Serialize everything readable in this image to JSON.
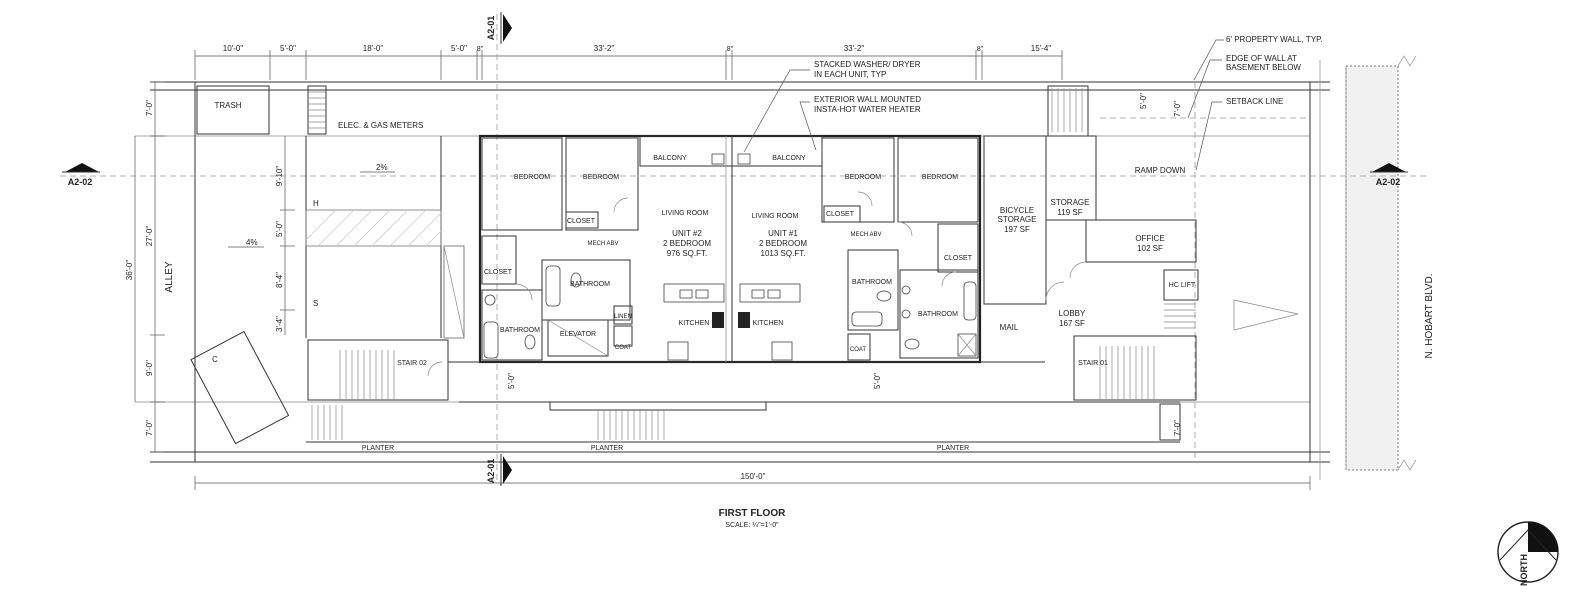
{
  "sheet": {
    "title": "FIRST FLOOR",
    "scale": "SCALE: ¼\"=1'-0\"",
    "north": "NORTH",
    "street": "N. HOBART BLVD.",
    "alley": "ALLEY"
  },
  "section_markers": {
    "west": "A2-02",
    "east": "A2-02",
    "top": "A2-01",
    "bottom": "A2-01"
  },
  "dimensions": {
    "top": [
      "10'-0\"",
      "5'-0\"",
      "18'-0\"",
      "5'-0\"",
      "8\"",
      "33'-2\"",
      "8\"",
      "33'-2\"",
      "8\"",
      "15'-4\""
    ],
    "left": [
      "7'-0\"",
      "9'-10\"",
      "5'-0\"",
      "8'-4\"",
      "3'-4\"",
      "9'-0\"",
      "7'-0\""
    ],
    "left_outer": [
      "27'-0\"",
      "36'-0\""
    ],
    "overall": "150'-0\"",
    "inner": [
      "5'-0\"",
      "5'-0\"",
      "5'-0\"",
      "7'-0\"",
      "7'-0\""
    ]
  },
  "callouts": {
    "washer": [
      "STACKED WASHER/ DRYER",
      "IN EACH UNIT, TYP"
    ],
    "heater": [
      "EXTERIOR WALL MOUNTED",
      "INSTA-HOT WATER HEATER"
    ],
    "property_wall": "6' PROPERTY WALL, TYP.",
    "edge_wall": [
      "EDGE OF WALL AT",
      "BASEMENT BELOW"
    ],
    "setback": "SETBACK LINE"
  },
  "parking": {
    "trash": "TRASH",
    "meters": "ELEC. & GAS METERS",
    "slope1": "2%",
    "slope2": "4%",
    "letters": [
      "H",
      "S",
      "C"
    ],
    "ramp": "RAMP DOWN"
  },
  "unit2": {
    "name": "UNIT #2",
    "type": "2 BEDROOM",
    "area": "976 SQ.FT.",
    "rooms": [
      "BEDROOM",
      "BEDROOM",
      "BALCONY",
      "CLOSET",
      "CLOSET",
      "LIVING ROOM",
      "BATHROOM",
      "BATHROOM",
      "KITCHEN",
      "LINEN",
      "COAT",
      "MECH ABV"
    ]
  },
  "unit1": {
    "name": "UNIT #1",
    "type": "2 BEDROOM",
    "area": "1013 SQ.FT.",
    "rooms": [
      "BALCONY",
      "BEDROOM",
      "BEDROOM",
      "CLOSET",
      "CLOSET",
      "LIVING ROOM",
      "BATHROOM",
      "BATHROOM",
      "KITCHEN",
      "COAT",
      "MECH ABV"
    ]
  },
  "core": {
    "elevator": "ELEVATOR",
    "stair02": "STAIR 02",
    "stair01": "STAIR 01",
    "bicycle": [
      "BICYCLE",
      "STORAGE",
      "197 SF"
    ],
    "storage": [
      "STORAGE",
      "119 SF"
    ],
    "office": [
      "OFFICE",
      "102 SF"
    ],
    "lobby": [
      "LOBBY",
      "167 SF"
    ],
    "mail": "MAIL",
    "hc_lift": "HC LIFT",
    "planters": [
      "PLANTER",
      "PLANTER",
      "PLANTER"
    ]
  }
}
